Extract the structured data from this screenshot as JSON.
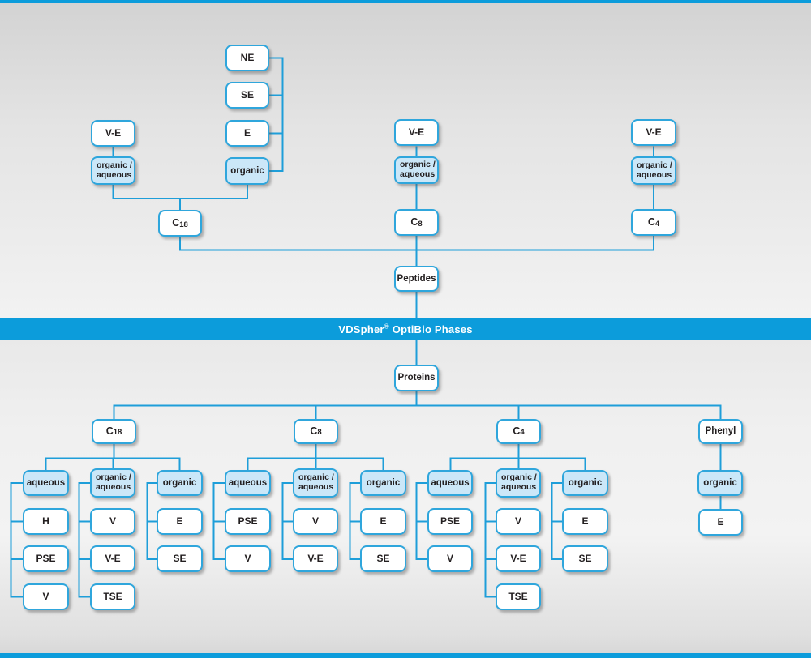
{
  "banner": {
    "brand": "VDSpher",
    "registered": "®",
    "suffix": "OptiBio Phases"
  },
  "peptides": {
    "root": "Peptides",
    "stack": [
      "NE",
      "SE",
      "E",
      "organic"
    ],
    "ve_left": "V-E",
    "oa_left": "organic /\naqueous",
    "c18": {
      "base": "C",
      "sub": "18"
    },
    "ve_mid": "V-E",
    "oa_mid": "organic /\naqueous",
    "c8": {
      "base": "C",
      "sub": "8"
    },
    "ve_right": "V-E",
    "oa_right": "organic /\naqueous",
    "c4": {
      "base": "C",
      "sub": "4"
    }
  },
  "proteins": {
    "root": "Proteins",
    "c18": {
      "base": "C",
      "sub": "18"
    },
    "c8": {
      "base": "C",
      "sub": "8"
    },
    "c4": {
      "base": "C",
      "sub": "4"
    },
    "phenyl": "Phenyl",
    "c18_groups": {
      "aqueous": {
        "label": "aqueous",
        "children": [
          "H",
          "PSE",
          "V"
        ]
      },
      "organic_aqueous": {
        "label": "organic /\naqueous",
        "children": [
          "V",
          "V-E",
          "TSE"
        ]
      },
      "organic": {
        "label": "organic",
        "children": [
          "E",
          "SE"
        ]
      }
    },
    "c8_groups": {
      "aqueous": {
        "label": "aqueous",
        "children": [
          "PSE",
          "V"
        ]
      },
      "organic_aqueous": {
        "label": "organic /\naqueous",
        "children": [
          "V",
          "V-E"
        ]
      },
      "organic": {
        "label": "organic",
        "children": [
          "E",
          "SE"
        ]
      }
    },
    "c4_groups": {
      "aqueous": {
        "label": "aqueous",
        "children": [
          "PSE",
          "V"
        ]
      },
      "organic_aqueous": {
        "label": "organic /\naqueous",
        "children": [
          "V",
          "V-E",
          "TSE"
        ]
      },
      "organic": {
        "label": "organic",
        "children": [
          "E",
          "SE"
        ]
      }
    },
    "phenyl_groups": {
      "organic": {
        "label": "organic",
        "children": [
          "E"
        ]
      }
    }
  },
  "colors": {
    "accent_blue": "#0c9cdb",
    "line_blue": "#1e9ed9",
    "box_border": "#2fa6dc",
    "box_fill_light": "#cbe7f8"
  }
}
